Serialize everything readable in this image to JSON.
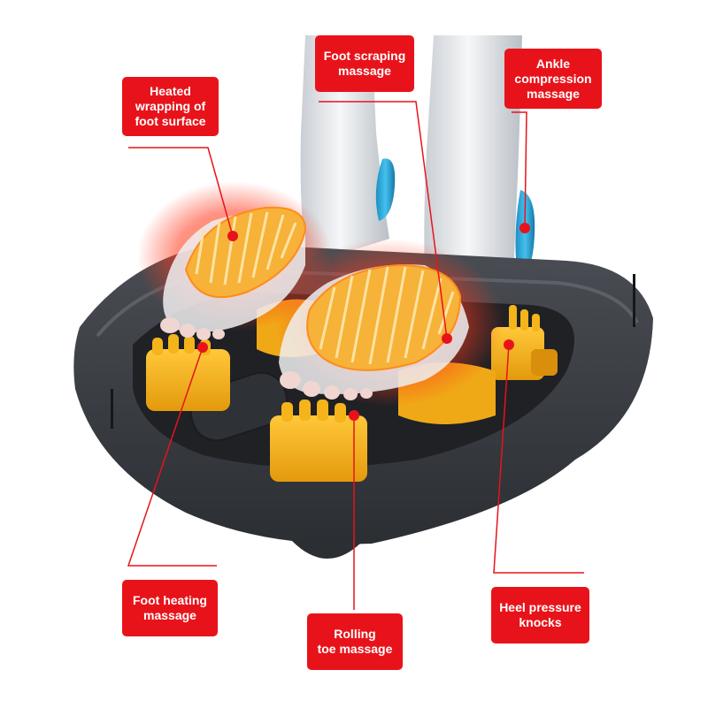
{
  "callouts": {
    "heated_wrapping": [
      "Heated",
      "wrapping of",
      "foot surface"
    ],
    "foot_scraping": [
      "Foot scraping",
      "massage"
    ],
    "ankle_compression": [
      "Ankle",
      "compression",
      "massage"
    ],
    "foot_heating": [
      "Foot heating",
      "massage"
    ],
    "rolling_toe": [
      "Rolling",
      "toe massage"
    ],
    "heel_pressure": [
      "Heel pressure",
      "knocks"
    ]
  },
  "colors": {
    "accent": "#e8131a",
    "device_body": "#3a3d42",
    "roller": "#f4b41a",
    "heat_glow": "#ff5a1f",
    "ankle_pad": "#2aa7d8",
    "skin": "#e9ecef"
  },
  "icons": {
    "heat_pad": "heating-coil-icon"
  }
}
